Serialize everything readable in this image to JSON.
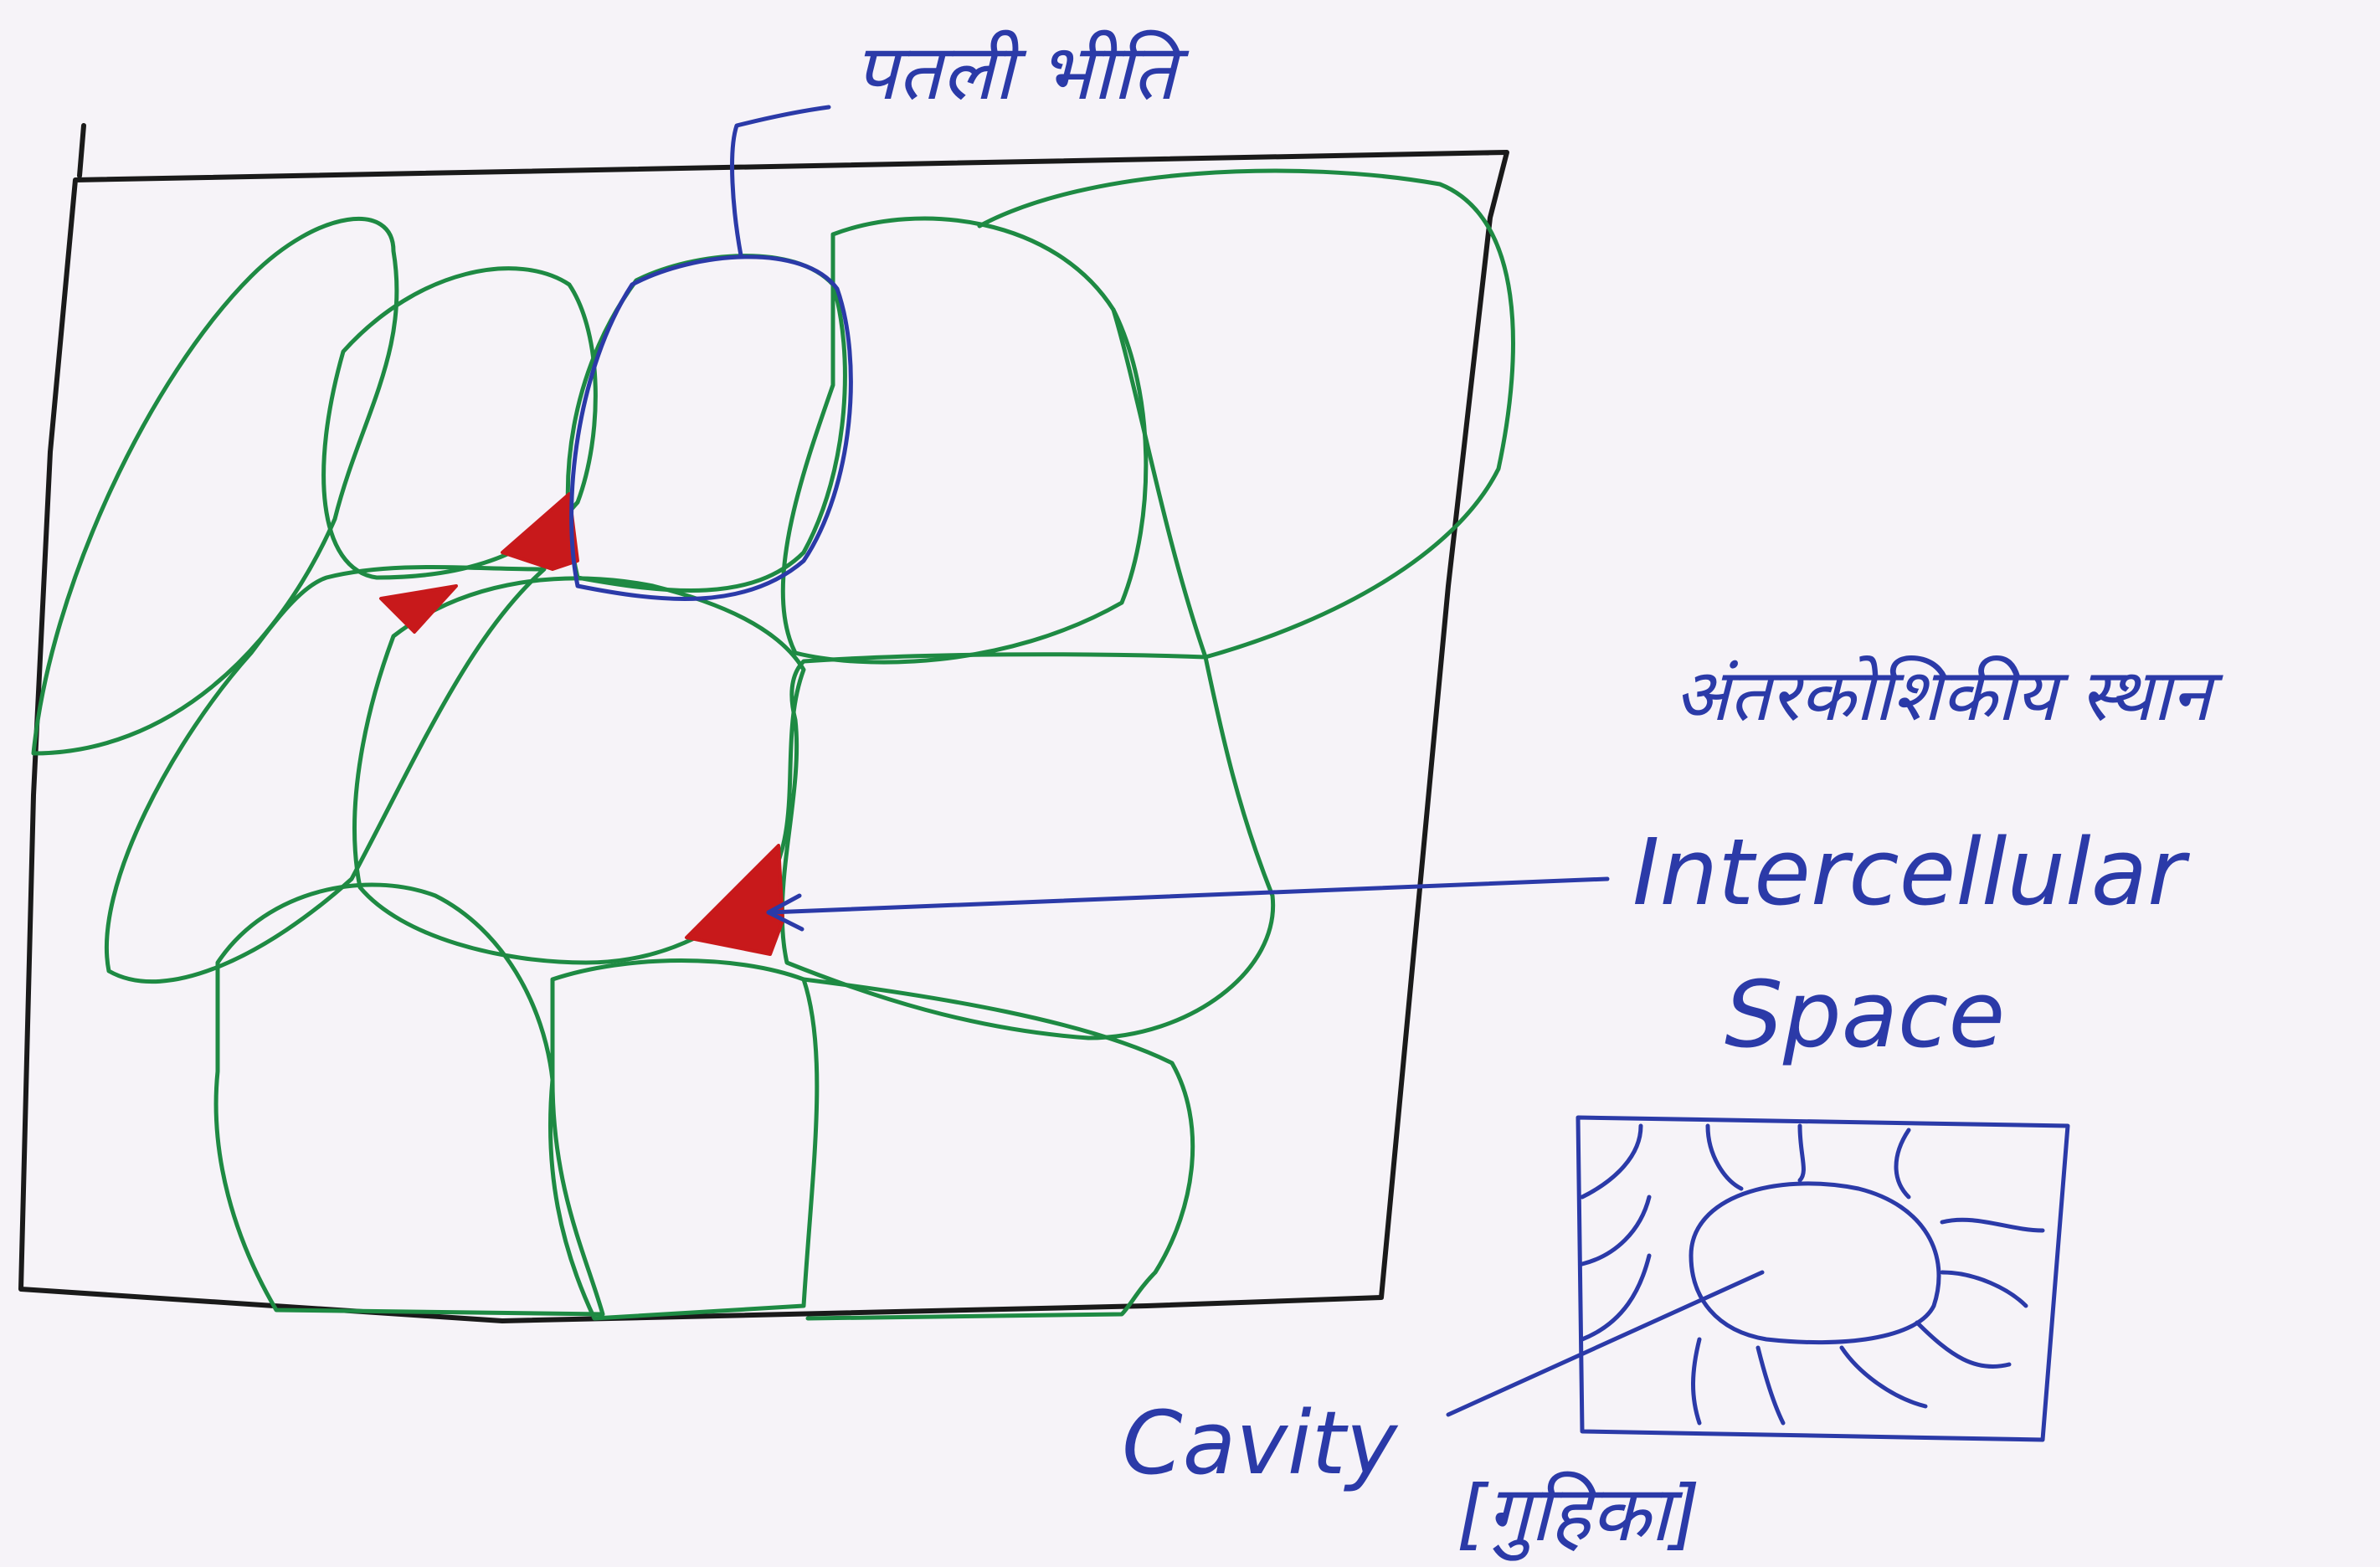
{
  "labels": {
    "thin_wall": "पतली भीति",
    "intercellular_hindi": "अंतरकोशिकीय स्थान",
    "intercellular_en_1": "Intercellular",
    "intercellular_en_2": "Space",
    "cavity": "Cavity",
    "cavity_hindi": "[गुहिका]"
  },
  "colors": {
    "frame": "#1a1a1a",
    "cell_wall": "#1e8a43",
    "annotation": "#2b3aa8",
    "intercellular_space": "#c8191b",
    "background": "#f6f3f8"
  }
}
